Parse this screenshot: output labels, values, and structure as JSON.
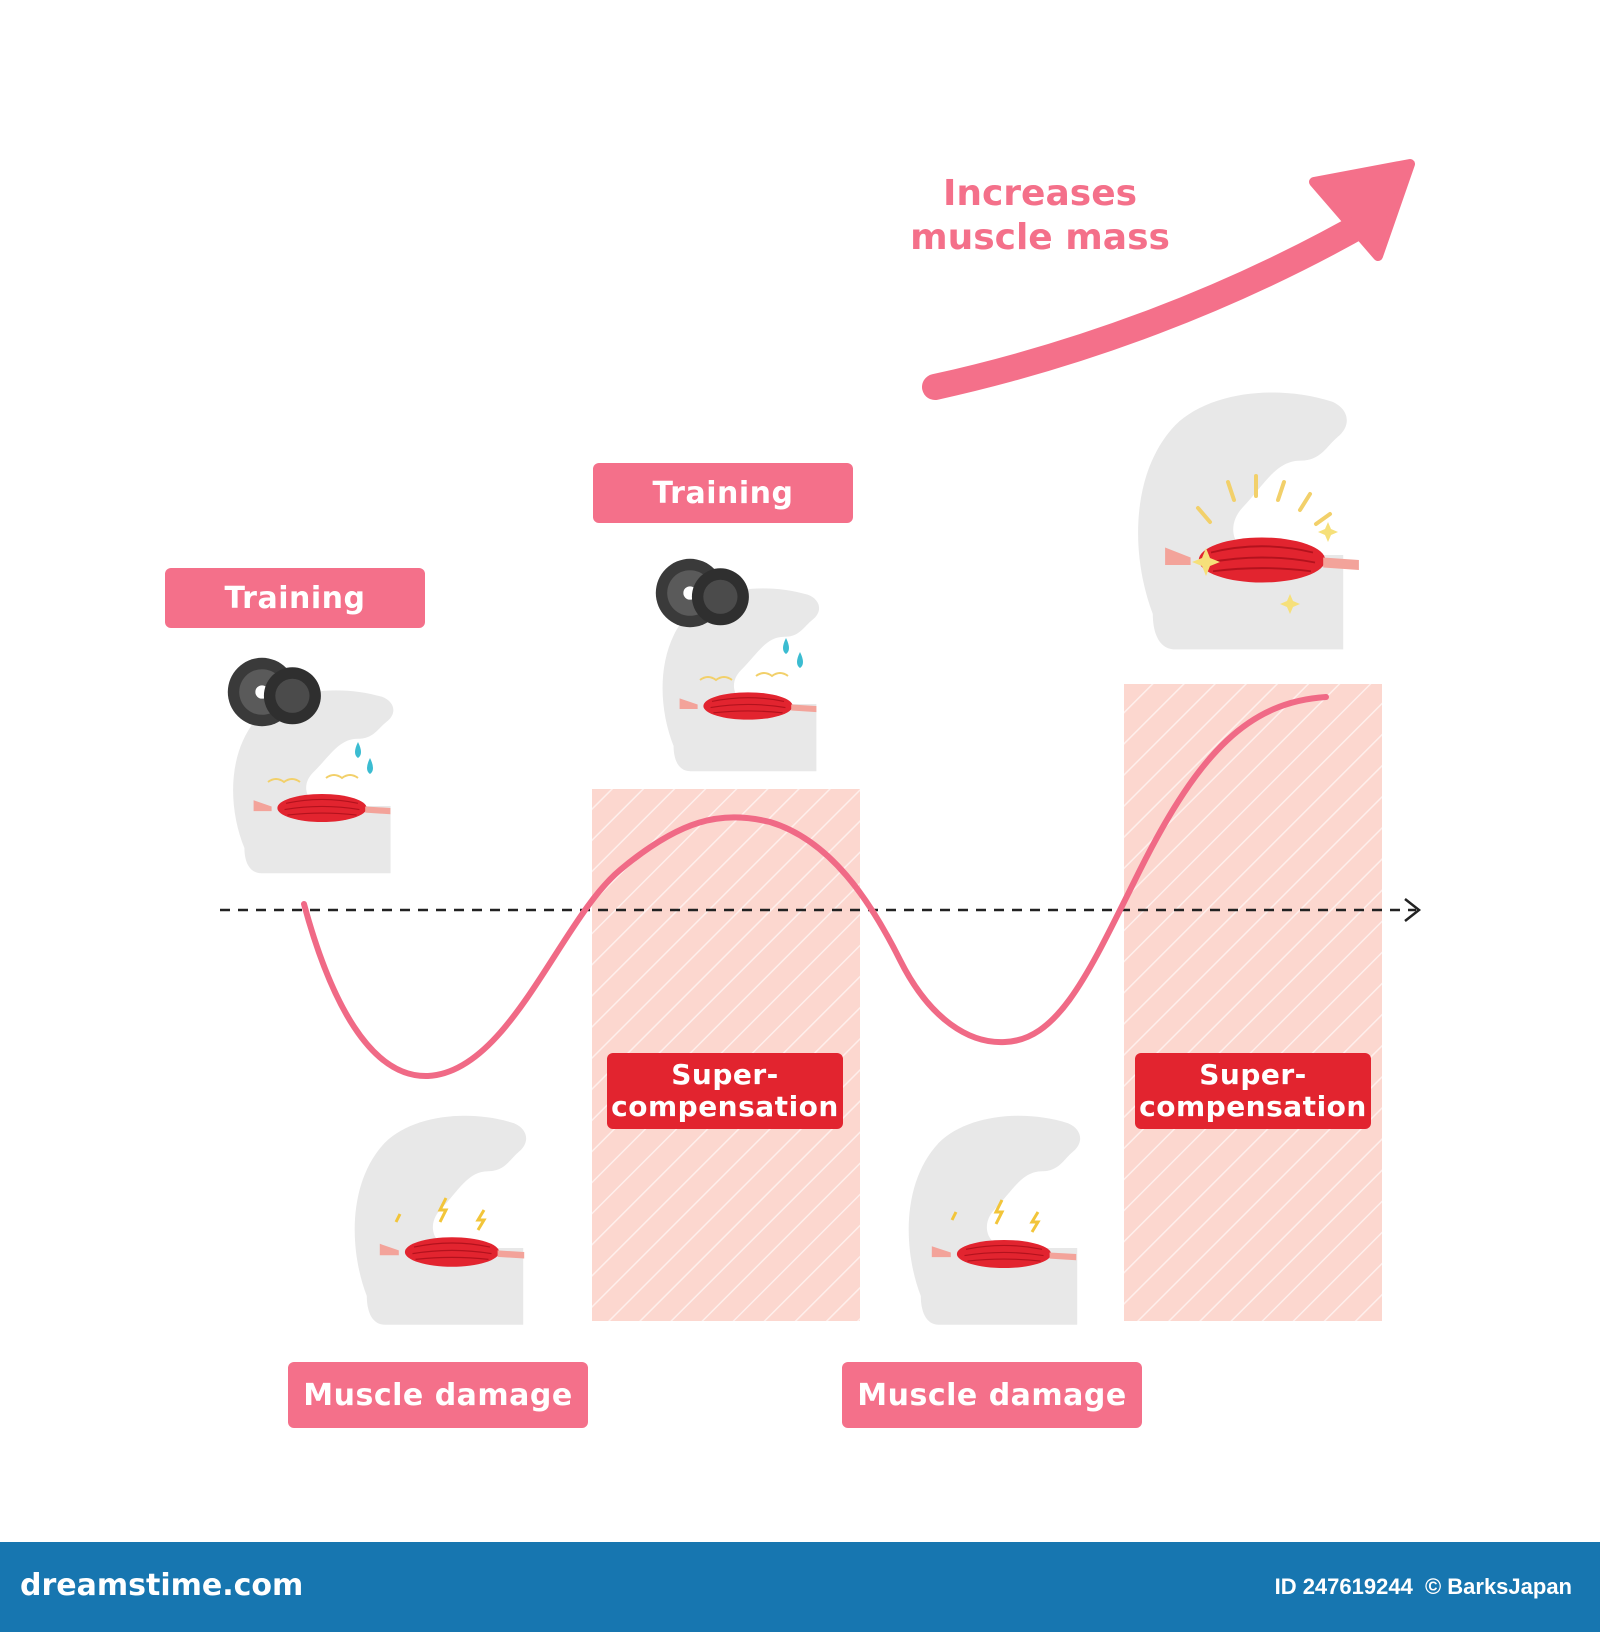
{
  "headline": {
    "line1": "Increases",
    "line2": "muscle mass"
  },
  "labels": {
    "training": "Training",
    "supercompensation_line1": "Super-",
    "supercompensation_line2": "compensation",
    "muscle_damage": "Muscle damage"
  },
  "footer": {
    "site": "dreamstime.com",
    "id": "ID 247619244",
    "credit": "© BarksJapan"
  },
  "colors": {
    "accent_pink": "#f4708a",
    "label_red": "#e2242f",
    "band_fill": "#fcd7cf",
    "footer_blue": "#1776b0"
  },
  "icons": [
    "upward-arrow-icon",
    "dumbbell-icon",
    "sweat-drop-icon",
    "arm-silhouette-icon",
    "muscle-icon",
    "lightning-icon",
    "sparkle-icon"
  ]
}
